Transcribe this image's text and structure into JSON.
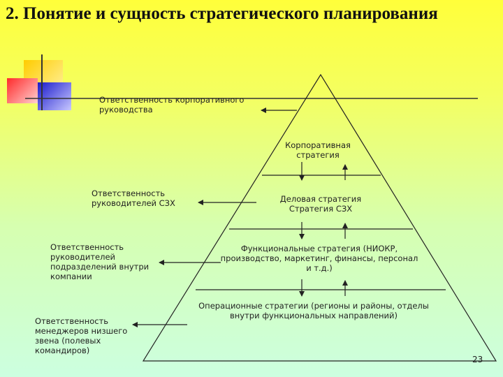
{
  "slide": {
    "title": "2. Понятие и сущность стратегического планирования",
    "page_number": "23"
  },
  "pyramid": {
    "levels": [
      "Корпоративная\nстратегия",
      "Деловая  стратегия\nСтратегия  СЗХ",
      "Функциональные стратегия (НИОКР,\nпроизводство, маркетинг, финансы, персонал\nи т.д.)",
      "Операционные стратегии (регионы и районы, отделы\nвнутри функциональных направлений)"
    ]
  },
  "responsibilities": [
    "Ответственность корпоративного\nруководства",
    "Ответственность\nруководителей СЗХ",
    "Ответственность\nруководителей\nподразделений внутри\nкомпании",
    "Ответственность\nменеджеров низшего\nзвена (полевых\nкомандиров)"
  ],
  "colors": {
    "background_top": "#ffff3a",
    "background_bottom": "#ccffe0",
    "deco_yellow": "#ffcc00",
    "deco_red": "#ff3333",
    "deco_blue": "#2b2bd6"
  }
}
